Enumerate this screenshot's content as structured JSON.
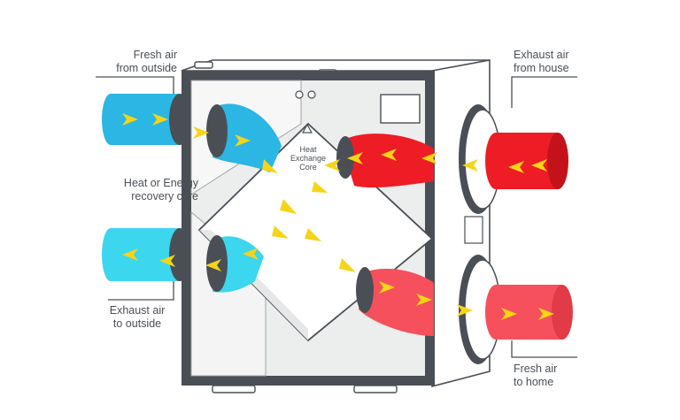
{
  "labels": {
    "fresh_in": "Fresh air\nfrom outside",
    "core": "Heat or Energy\nrecovery core",
    "exhaust_out": "Exhaust air\nto outside",
    "exhaust_in": "Exhaust air\nfrom house",
    "fresh_out": "Fresh air\nto home",
    "core_inner": "Heat\nExchange\nCore"
  },
  "colors": {
    "fresh": "#2bb6e3",
    "fresh_light": "#3cd6ee",
    "exhaust": "#ee1c25",
    "exhaust_light": "#f5505c",
    "arrow": "#f7d417",
    "frame": "#4a4f55",
    "housing": "#ffffff",
    "shade": "#e6e7e8"
  },
  "icons": {
    "airflow": "airflow-arrow-icon",
    "warning": "warning-triangle-icon"
  }
}
